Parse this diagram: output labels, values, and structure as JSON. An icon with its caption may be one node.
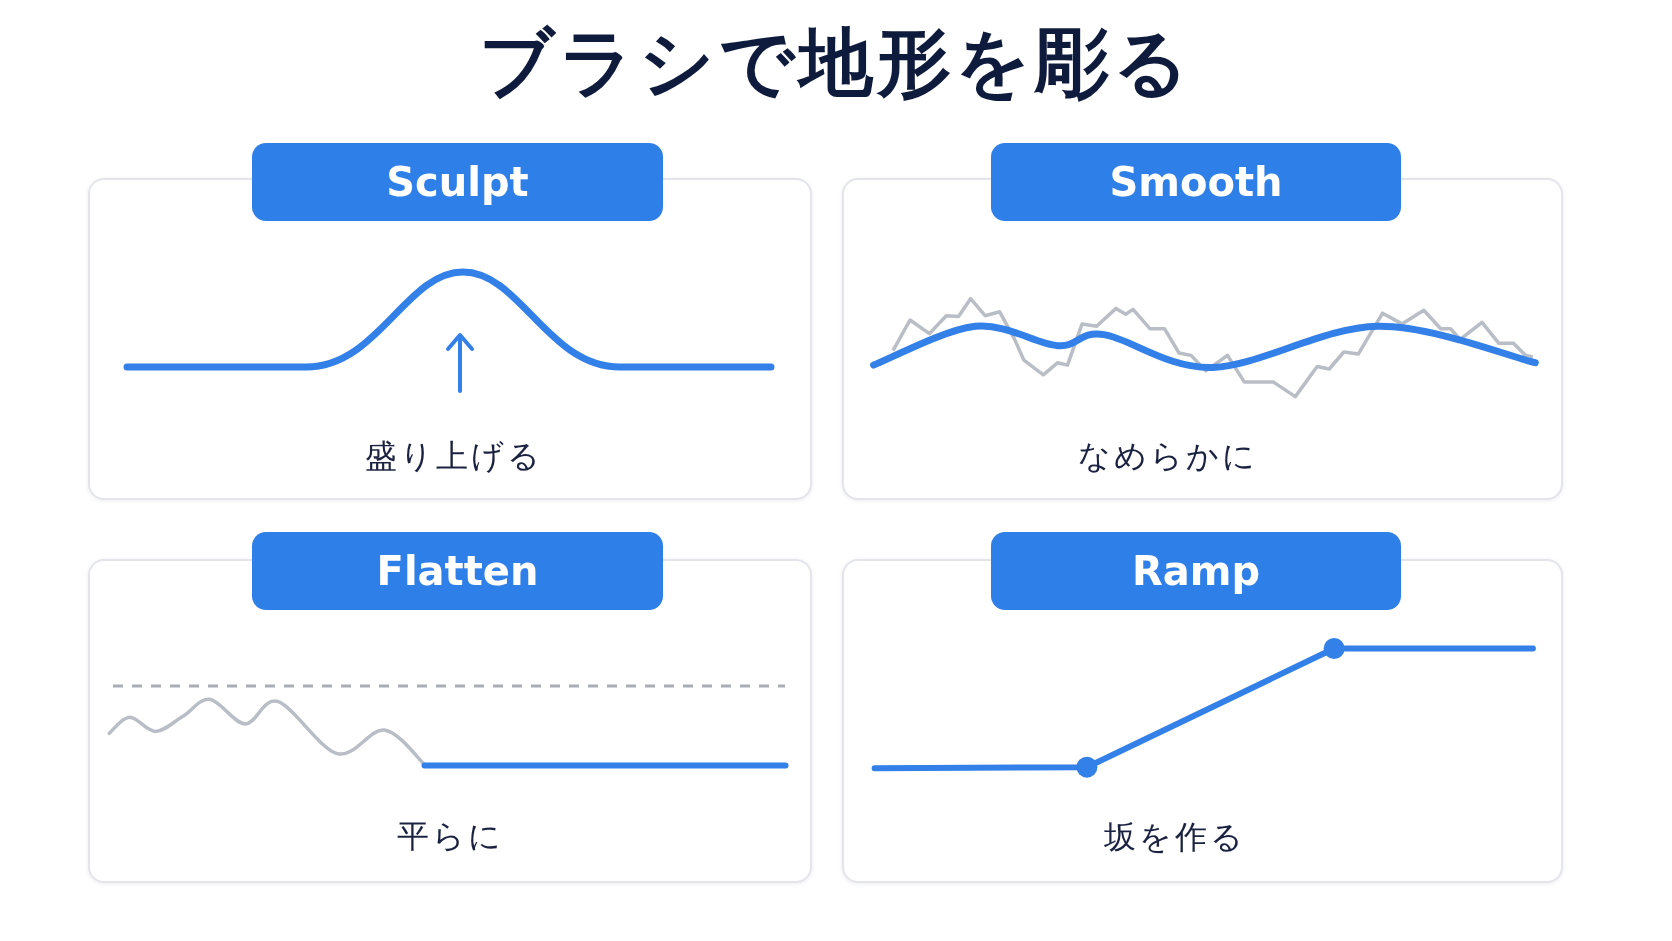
{
  "diagram": {
    "title": "ブラシで地形を彫る",
    "nodes": [
      {
        "text": [
          "Sculpt",
          "盛り上げる"
        ]
      },
      {
        "text": [
          "Smooth",
          "なめらかに"
        ]
      },
      {
        "text": [
          "Flatten",
          "平らに"
        ]
      },
      {
        "text": [
          "Ramp",
          "坂を作る"
        ]
      }
    ]
  }
}
